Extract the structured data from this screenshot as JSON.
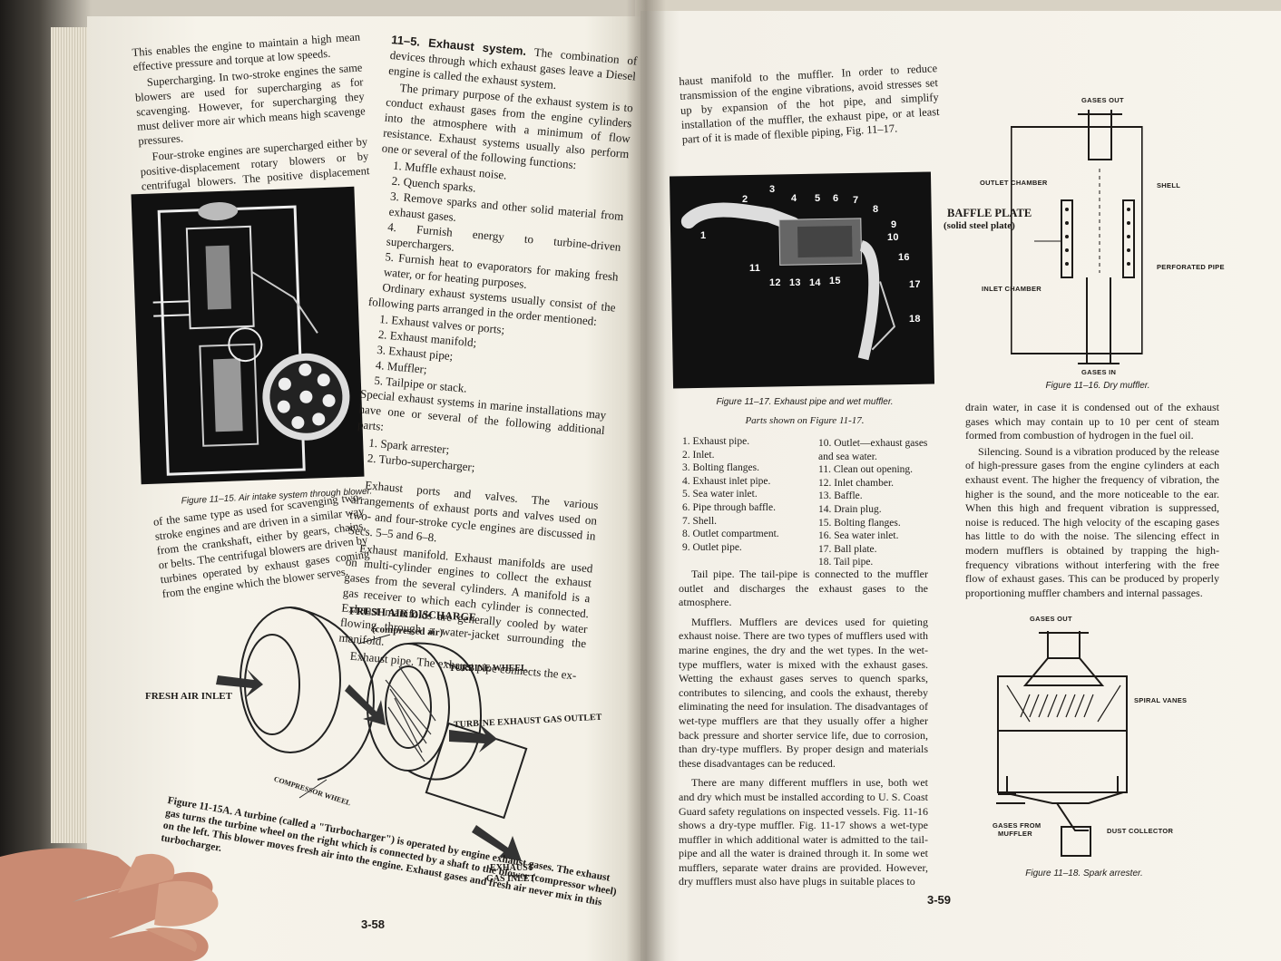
{
  "left_page": {
    "col1_top": [
      "This enables the engine to maintain a high mean effective pressure and torque at low speeds.",
      "Supercharging. In two-stroke engines the same blowers are used for supercharging as for scavenging. However, for supercharging they must deliver more air which means high scavenge pressures.",
      "Four-stroke engines are supercharged either by positive-displacement rotary blowers or by centrifugal blowers. The positive displacement blowers are"
    ],
    "fig15_caption": "Figure 11–15. Air intake system through blower.",
    "col1_bottom": "of the same type as used for scavenging two-stroke engines and are driven in a similar way from the crankshaft, either by gears, chains, or belts. The centrifugal blowers are driven by turbines operated by exhaust gases coming from the engine which the blower serves.",
    "section_heading": "11–5. Exhaust system.",
    "section_intro": "The combination of devices through which exhaust gases leave a Diesel engine is called the exhaust system.",
    "purpose_para": "The primary purpose of the exhaust system is to conduct exhaust gases from the engine cylinders into the atmosphere with a minimum of flow resistance. Exhaust systems usually also perform one or several of the following functions:",
    "functions": [
      "1. Muffle exhaust noise.",
      "2. Quench sparks.",
      "3. Remove sparks and other solid material from exhaust gases.",
      "4. Furnish energy to turbine-driven superchargers.",
      "5. Furnish heat to evaporators for making fresh water, or for heating purposes."
    ],
    "ordinary_para": "Ordinary exhaust systems usually consist of the following parts arranged in the order mentioned:",
    "parts": [
      "1. Exhaust valves or ports;",
      "2. Exhaust manifold;",
      "3. Exhaust pipe;",
      "4. Muffler;",
      "5. Tailpipe or stack."
    ],
    "special_para": "Special exhaust systems in marine installations may have one or several of the following additional parts:",
    "special_parts": [
      "1. Spark arrester;",
      "2. Turbo-supercharger;"
    ],
    "ports_para": "Exhaust ports and valves. The various arrangements of exhaust ports and valves used on two- and four-stroke cycle engines are discussed in Secs. 5–5 and 6–8.",
    "manifold_para": "Exhaust manifold. Exhaust manifolds are used on multi-cylinder engines to collect the exhaust gases from the several cylinders. A manifold is a gas receiver to which each cylinder is connected. Exhaust manifolds are generally cooled by water flowing through a water-jacket surrounding the manifold.",
    "pipe_para": "Exhaust pipe. The exhaust pipe connects the ex-",
    "turbo_labels": {
      "fresh_air_discharge": "FRESH AIR DISCHARGE",
      "compressed_air": "(compressed air)",
      "turbine_wheel": "TURBINE WHEEL",
      "fresh_air_inlet": "FRESH AIR INLET",
      "turbine_exhaust": "TURBINE EXHAUST GAS OUTLET",
      "compressor_wheel": "COMPRESSOR WHEEL",
      "exhaust_gas_inlet_1": "EXHAUST",
      "exhaust_gas_inlet_2": "GAS INLET"
    },
    "fig15a_caption": "Figure 11-15A. A turbine (called a \"Turbocharger\") is operated by engine exhaust gases. The exhaust gas turns the turbine wheel on the right which is connected by a shaft to the blower (compressor wheel) on the left. This blower moves fresh air into the engine. Exhaust gases and fresh air never mix in this turbocharger.",
    "page_number": "3-58"
  },
  "right_page": {
    "col1_top": "haust manifold to the muffler. In order to reduce transmission of the engine vibrations, avoid stresses set up by expansion of the hot pipe, and simplify installation of the muffler, the exhaust pipe, or at least part of it is made of flexible piping, Fig. 11–17.",
    "fig17_numbers": [
      "1",
      "2",
      "3",
      "4",
      "5",
      "6",
      "7",
      "8",
      "9",
      "10",
      "11",
      "12",
      "13",
      "14",
      "15",
      "16",
      "17",
      "18"
    ],
    "fig17_caption": "Figure 11–17. Exhaust pipe and wet muffler.",
    "parts_heading": "Parts shown on Figure 11-17.",
    "parts_col1": [
      "1. Exhaust pipe.",
      "2. Inlet.",
      "3. Bolting flanges.",
      "4. Exhaust inlet pipe.",
      "5. Sea water inlet.",
      "6. Pipe through baffle.",
      "7. Shell.",
      "8. Outlet compartment.",
      "9. Outlet pipe."
    ],
    "parts_col2": [
      "10. Outlet—exhaust gases and sea water.",
      "11. Clean out opening.",
      "12. Inlet chamber.",
      "13. Baffle.",
      "14. Drain plug.",
      "15. Bolting flanges.",
      "16. Sea water inlet.",
      "17. Ball plate.",
      "18. Tail pipe."
    ],
    "tailpipe_para": "Tail pipe. The tail-pipe is connected to the muffler outlet and discharges the exhaust gases to the atmosphere.",
    "mufflers_para": "Mufflers. Mufflers are devices used for quieting exhaust noise. There are two types of mufflers used with marine engines, the dry and the wet types. In the wet-type mufflers, water is mixed with the exhaust gases. Wetting the exhaust gases serves to quench sparks, contributes to silencing, and cools the exhaust, thereby eliminating the need for insulation. The disadvantages of wet-type mufflers are that they usually offer a higher back pressure and shorter service life, due to corrosion, than dry-type mufflers. By proper design and materials these disadvantages can be reduced.",
    "many_para": "There are many different mufflers in use, both wet and dry which must be installed according to U. S. Coast Guard safety regulations on inspected vessels. Fig. 11-16 shows a dry-type muffler. Fig. 11-17 shows a wet-type muffler in which additional water is admitted to the tail-pipe and all the water is drained through it. In some wet mufflers, separate water drains are provided. However, dry mufflers must also have plugs in suitable places to",
    "fig16_labels": {
      "gases_out": "GASES OUT",
      "outlet_chamber": "OUTLET CHAMBER",
      "shell": "SHELL",
      "baffle_plate": "BAFFLE PLATE",
      "solid_steel": "(solid steel plate)",
      "perforated_pipe": "PERFORATED PIPE",
      "inlet_chamber": "INLET CHAMBER",
      "gases_in": "GASES IN"
    },
    "fig16_caption": "Figure 11–16. Dry muffler.",
    "col2_text": "drain water, in case it is condensed out of the exhaust gases which may contain up to 10 per cent of steam formed from combustion of hydrogen in the fuel oil.",
    "silencing_para": "Silencing. Sound is a vibration produced by the release of high-pressure gases from the engine cylinders at each exhaust event. The higher the frequency of vibration, the higher is the sound, and the more noticeable to the ear. When this high and frequent vibration is suppressed, noise is reduced. The high velocity of the escaping gases has little to do with the noise. The silencing effect in modern mufflers is obtained by trapping the high-frequency vibrations without interfering with the free flow of exhaust gases. This can be produced by properly proportioning muffler chambers and internal passages.",
    "fig18_labels": {
      "gases_out": "GASES OUT",
      "spiral_vanes": "SPIRAL VANES",
      "gases_from_1": "GASES FROM",
      "gases_from_2": "MUFFLER",
      "dust_collector": "DUST COLLECTOR"
    },
    "fig18_caption": "Figure 11–18. Spark arrester.",
    "page_number": "3-59"
  },
  "colors": {
    "paper": "#f5f2e9",
    "ink": "#1d1a17",
    "photo": "#111111"
  }
}
